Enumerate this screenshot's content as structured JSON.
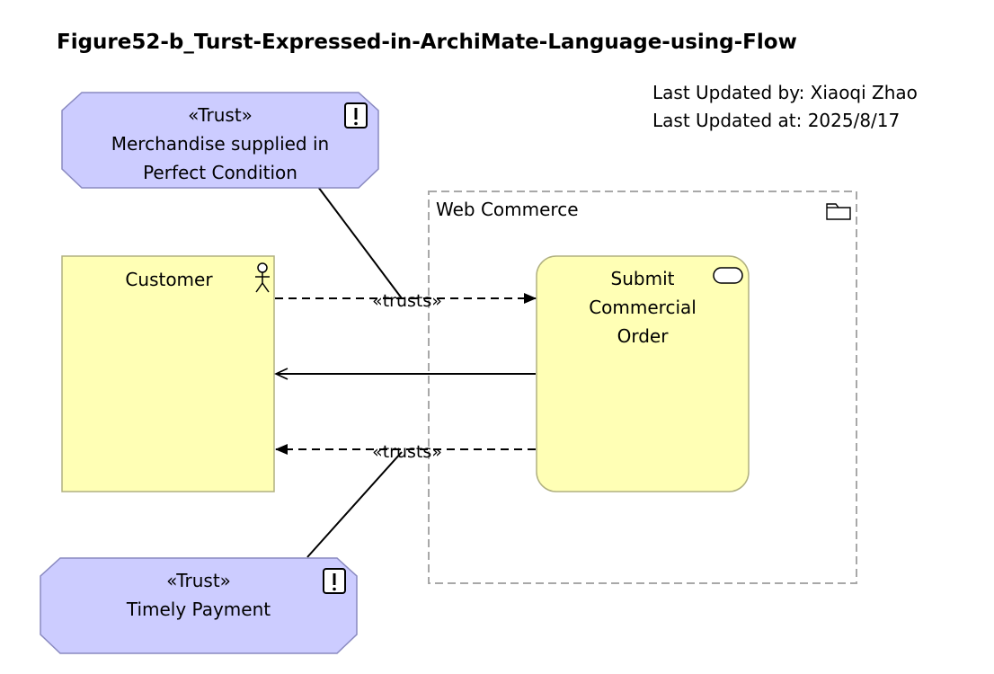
{
  "header": {
    "title": "Figure52-b_Turst-Expressed-in-ArchiMate-Language-using-Flow",
    "updated_by": "Last Updated by: Xiaoqi Zhao",
    "updated_at": "Last Updated at: 2025/8/17"
  },
  "nodes": {
    "trust_top": {
      "stereotype": "«Trust»",
      "line1": "Merchandise supplied in",
      "line2": "Perfect Condition"
    },
    "trust_bottom": {
      "stereotype": "«Trust»",
      "line1": "Timely Payment"
    },
    "customer": {
      "label": "Customer"
    },
    "web_commerce": {
      "label": "Web Commerce"
    },
    "service": {
      "line1": "Submit",
      "line2": "Commercial",
      "line3": "Order"
    }
  },
  "edges": {
    "trusts_top": "«trusts»",
    "trusts_bottom": "«trusts»"
  },
  "colors": {
    "trust_fill": "#ccccff",
    "trust_stroke": "#8a8ac0",
    "business_fill": "#ffffb5",
    "business_stroke": "#b0b080",
    "group_stroke": "#a8a8a8"
  }
}
